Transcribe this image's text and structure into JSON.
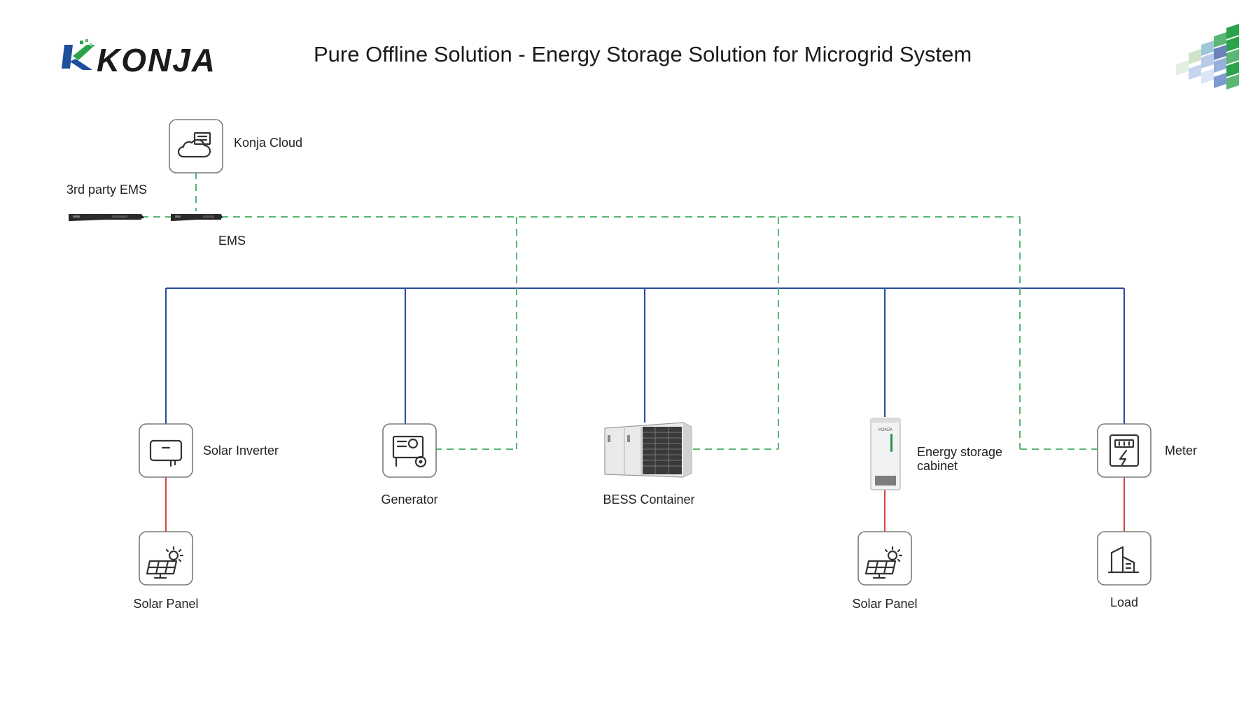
{
  "header": {
    "logo_text": "KONJA",
    "title": "Pure Offline Solution - Energy Storage Solution for Microgrid System"
  },
  "nodes": {
    "konja_cloud": {
      "label": "Konja Cloud",
      "icon": "cloud-server-icon"
    },
    "third_party_ems": {
      "label": "3rd party EMS",
      "icon": "rack-device"
    },
    "ems": {
      "label": "EMS",
      "icon": "rack-device"
    },
    "solar_inverter": {
      "label": "Solar Inverter",
      "icon": "inverter-icon"
    },
    "generator": {
      "label": "Generator",
      "icon": "generator-icon"
    },
    "bess_container": {
      "label": "BESS Container",
      "icon": "container-image"
    },
    "energy_storage_cabinet": {
      "label_line1": "Energy storage",
      "label_line2": "cabinet",
      "icon": "cabinet-image"
    },
    "meter": {
      "label": "Meter",
      "icon": "meter-icon"
    },
    "solar_panel_left": {
      "label": "Solar Panel",
      "icon": "solar-panel-icon"
    },
    "solar_panel_right": {
      "label": "Solar Panel",
      "icon": "solar-panel-icon"
    },
    "load": {
      "label": "Load",
      "icon": "building-icon"
    }
  },
  "colors": {
    "ac_bus": "#2c4f9e",
    "communication_line": "#5cb675",
    "dc_line": "#d6453f",
    "brand_blue": "#1d4f9c",
    "brand_green": "#2aa34a"
  }
}
